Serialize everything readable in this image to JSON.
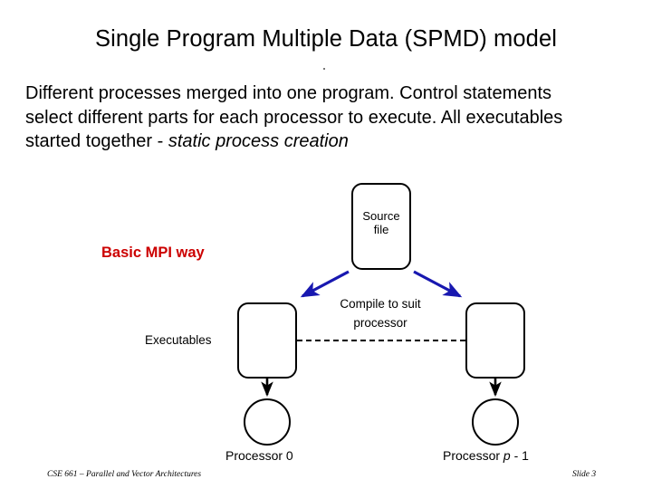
{
  "slide": {
    "title": "Single Program Multiple Data (SPMD) model",
    "body": {
      "part1": "Different processes merged into one program. Control statements select different parts for each processor to execute. All executables started together - ",
      "emphasis": "static process creation"
    },
    "note": "Basic MPI way",
    "diagram": {
      "source_box_label_line1": "Source",
      "source_box_label_line2": "file",
      "compile_label_line1": "Compile to suit",
      "compile_label_line2": "processor",
      "executables_label": "Executables",
      "processor_left_label": "Processor 0",
      "processor_right_label_prefix": "Processor ",
      "processor_right_label_var": "p",
      "processor_right_label_suffix": " -  1"
    },
    "footer": {
      "course": "CSE 661 – Parallel and Vector Architectures",
      "slide_number": "Slide 3"
    },
    "colors": {
      "note_red": "#CC0000",
      "arrow_blue": "#1818B0",
      "outline_black": "#000000",
      "background": "#FFFFFF"
    }
  }
}
